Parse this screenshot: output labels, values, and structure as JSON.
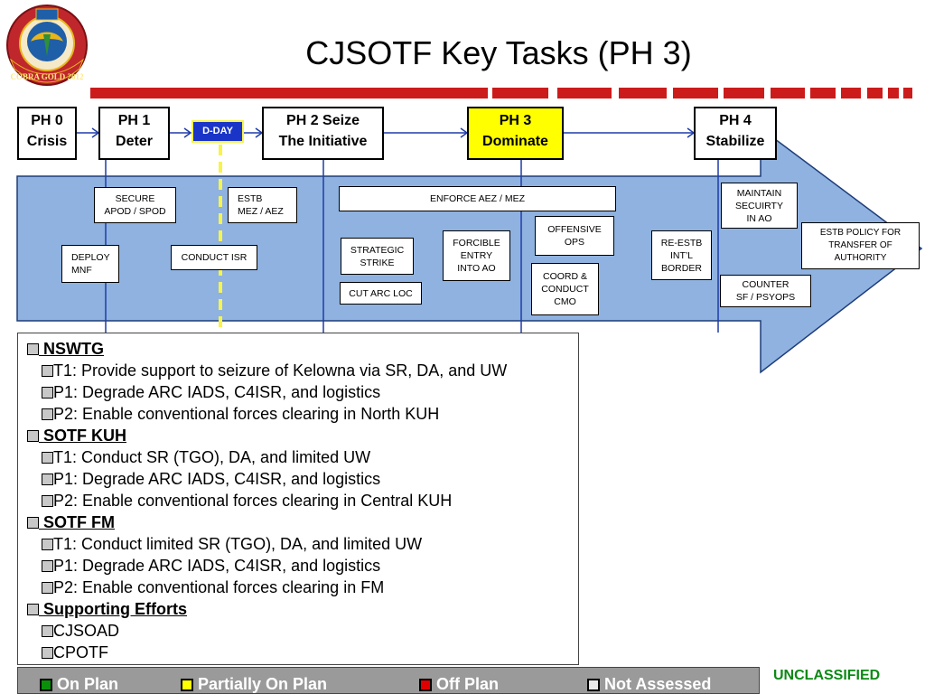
{
  "title": "CJSOTF Key Tasks (PH 3)",
  "logo": {
    "text": "COBRA GOLD 2012",
    "colors": {
      "ring": "#c0272d",
      "inner": "#1f5fa8",
      "eagle": "#e8b51a"
    }
  },
  "colors": {
    "arrow_fill": "#8fb2e0",
    "arrow_stroke": "#1e3c78",
    "phase_current": "#ffff00",
    "stripe": "#cc1b1b",
    "unclassified": "#0b8a14"
  },
  "dday": "D-DAY",
  "phases": [
    {
      "line1": "PH 0",
      "line2": "Crisis",
      "current": false
    },
    {
      "line1": "PH 1",
      "line2": "Deter",
      "current": false
    },
    {
      "line1": "PH 2 Seize",
      "line2": "The Initiative",
      "current": false
    },
    {
      "line1": "PH 3",
      "line2": "Dominate",
      "current": true
    },
    {
      "line1": "PH 4",
      "line2": "Stabilize",
      "current": false
    }
  ],
  "tasks": [
    "SECURE\nAPOD / SPOD",
    "ESTB\nMEZ / AEZ",
    "DEPLOY\nMNF",
    "CONDUCT ISR",
    "ENFORCE AEZ / MEZ",
    "STRATEGIC\nSTRIKE",
    "CUT ARC LOC",
    "FORCIBLE\nENTRY\nINTO AO",
    "OFFENSIVE\nOPS",
    "COORD &\nCONDUCT\nCMO",
    "RE-ESTB\nINT’L\nBORDER",
    "MAINTAIN\nSECUIRTY\nIN AO",
    "COUNTER\nSF / PSYOPS",
    "ESTB POLICY FOR\nTRANSFER OF\nAUTHORITY"
  ],
  "task_list": [
    {
      "text": "NSWTG",
      "group": true
    },
    {
      "text": "T1: Provide support to seizure of Kelowna via SR, DA, and UW",
      "group": false
    },
    {
      "text": "P1: Degrade ARC IADS, C4ISR, and logistics",
      "group": false
    },
    {
      "text": "P2: Enable conventional forces clearing in North KUH",
      "group": false
    },
    {
      "text": "SOTF KUH",
      "group": true
    },
    {
      "text": "T1: Conduct SR (TGO), DA, and limited UW",
      "group": false
    },
    {
      "text": "P1: Degrade ARC IADS, C4ISR, and logistics",
      "group": false
    },
    {
      "text": "P2: Enable conventional forces clearing in Central KUH",
      "group": false
    },
    {
      "text": "SOTF FM",
      "group": true
    },
    {
      "text": "T1: Conduct limited SR (TGO), DA, and limited UW",
      "group": false
    },
    {
      "text": "P1: Degrade ARC IADS, C4ISR, and logistics",
      "group": false
    },
    {
      "text": "P2: Enable conventional forces clearing in FM",
      "group": false
    },
    {
      "text": "Supporting Efforts",
      "group": true
    },
    {
      "text": "CJSOAD",
      "group": false
    },
    {
      "text": "CPOTF",
      "group": false
    }
  ],
  "legend": [
    {
      "label": "On Plan",
      "color": "#0a8f0a"
    },
    {
      "label": "Partially On Plan",
      "color": "#ffff00"
    },
    {
      "label": "Off Plan",
      "color": "#e00000"
    },
    {
      "label": "Not Assessed",
      "color": "#e8e8e8"
    }
  ],
  "classification": "UNCLASSIFIED"
}
